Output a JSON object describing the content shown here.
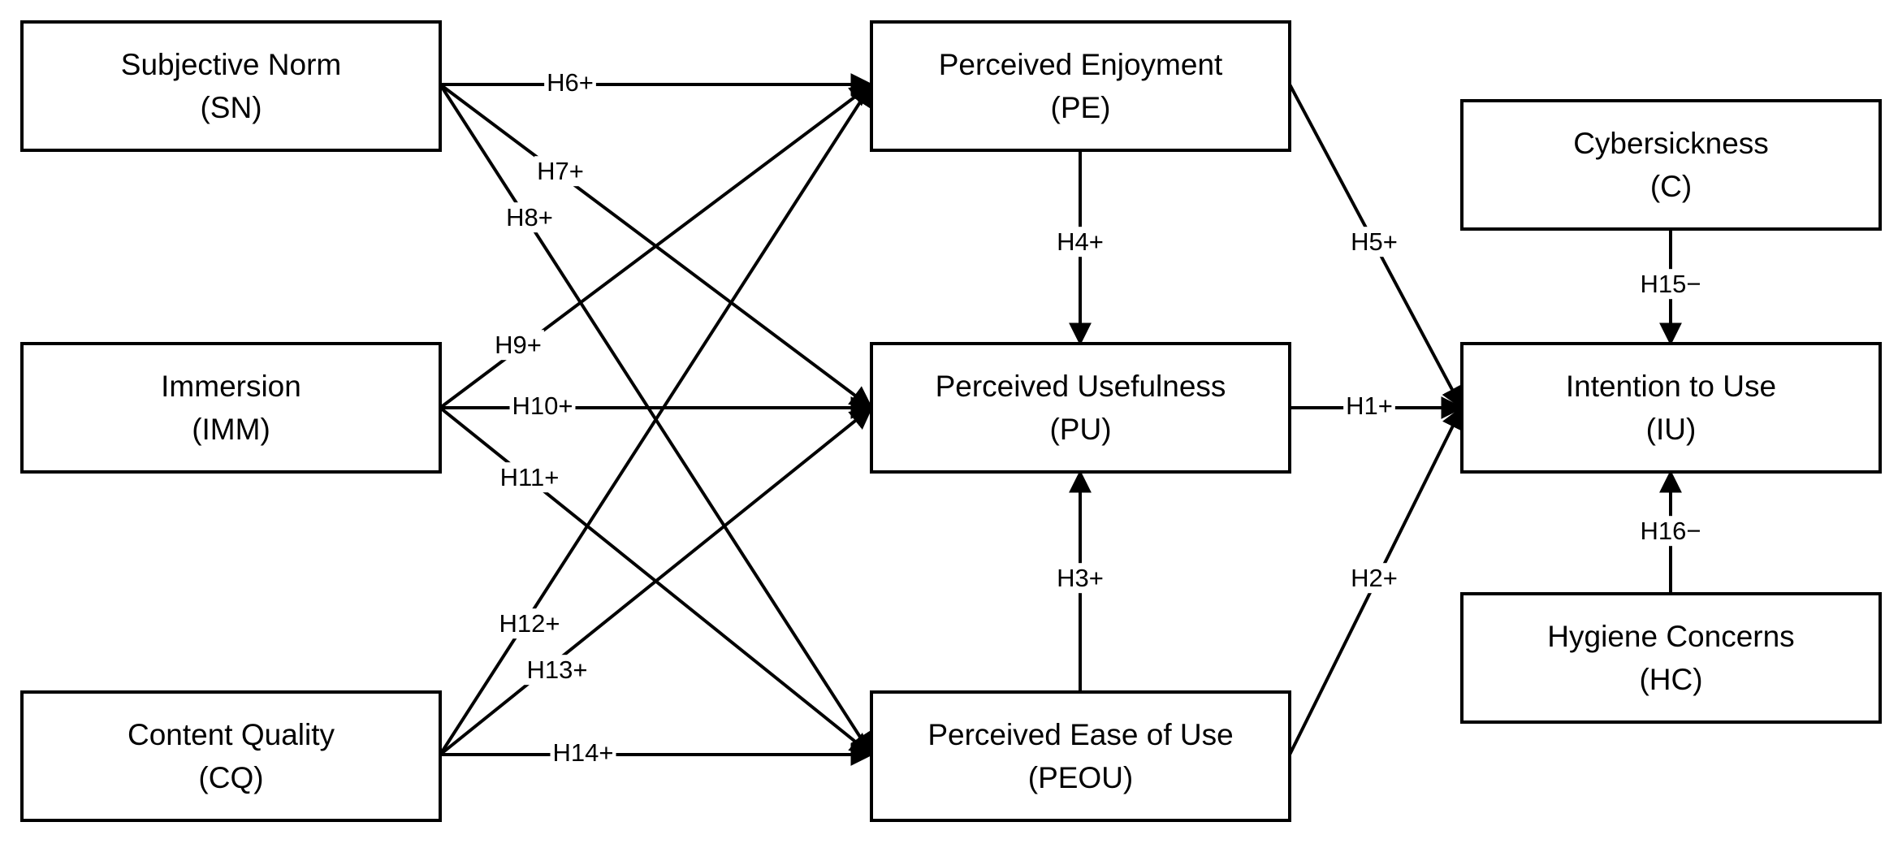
{
  "nodes": {
    "sn": {
      "name": "Subjective Norm",
      "abbr": "(SN)"
    },
    "imm": {
      "name": "Immersion",
      "abbr": "(IMM)"
    },
    "cq": {
      "name": "Content Quality",
      "abbr": "(CQ)"
    },
    "pe": {
      "name": "Perceived Enjoyment",
      "abbr": "(PE)"
    },
    "pu": {
      "name": "Perceived Usefulness",
      "abbr": "(PU)"
    },
    "peou": {
      "name": "Perceived Ease of Use",
      "abbr": "(PEOU)"
    },
    "c": {
      "name": "Cybersickness",
      "abbr": "(C)"
    },
    "iu": {
      "name": "Intention to Use",
      "abbr": "(IU)"
    },
    "hc": {
      "name": "Hygiene Concerns",
      "abbr": "(HC)"
    }
  },
  "hypotheses": {
    "h1": "H1+",
    "h2": "H2+",
    "h3": "H3+",
    "h4": "H4+",
    "h5": "H5+",
    "h6": "H6+",
    "h7": "H7+",
    "h8": "H8+",
    "h9": "H9+",
    "h10": "H10+",
    "h11": "H11+",
    "h12": "H12+",
    "h13": "H13+",
    "h14": "H14+",
    "h15": "H15−",
    "h16": "H16−"
  },
  "edges": [
    {
      "from": "sn",
      "to": "pe",
      "label": "h6"
    },
    {
      "from": "sn",
      "to": "pu",
      "label": "h7"
    },
    {
      "from": "sn",
      "to": "peou",
      "label": "h8"
    },
    {
      "from": "imm",
      "to": "pe",
      "label": "h9"
    },
    {
      "from": "imm",
      "to": "pu",
      "label": "h10"
    },
    {
      "from": "imm",
      "to": "peou",
      "label": "h11"
    },
    {
      "from": "cq",
      "to": "pe",
      "label": "h12"
    },
    {
      "from": "cq",
      "to": "pu",
      "label": "h13"
    },
    {
      "from": "cq",
      "to": "peou",
      "label": "h14"
    },
    {
      "from": "pe",
      "to": "pu",
      "label": "h4"
    },
    {
      "from": "peou",
      "to": "pu",
      "label": "h3"
    },
    {
      "from": "pe",
      "to": "iu",
      "label": "h5"
    },
    {
      "from": "pu",
      "to": "iu",
      "label": "h1"
    },
    {
      "from": "peou",
      "to": "iu",
      "label": "h2"
    },
    {
      "from": "c",
      "to": "iu",
      "label": "h15"
    },
    {
      "from": "hc",
      "to": "iu",
      "label": "h16"
    }
  ]
}
